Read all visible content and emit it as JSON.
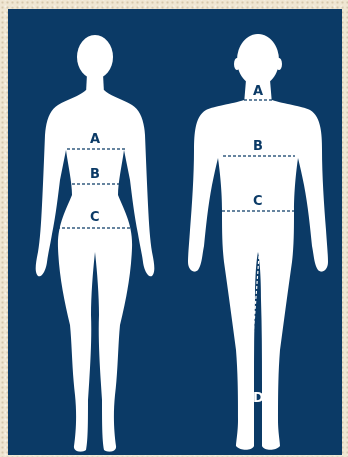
{
  "female_figure": {
    "labels": [
      "A",
      "B",
      "C"
    ]
  },
  "male_figure": {
    "labels": [
      "A",
      "B",
      "C",
      "D"
    ]
  },
  "colors": {
    "background_panel": "#0b3a66",
    "figure_fill": "#ffffff",
    "frame": "#efe6d2"
  }
}
